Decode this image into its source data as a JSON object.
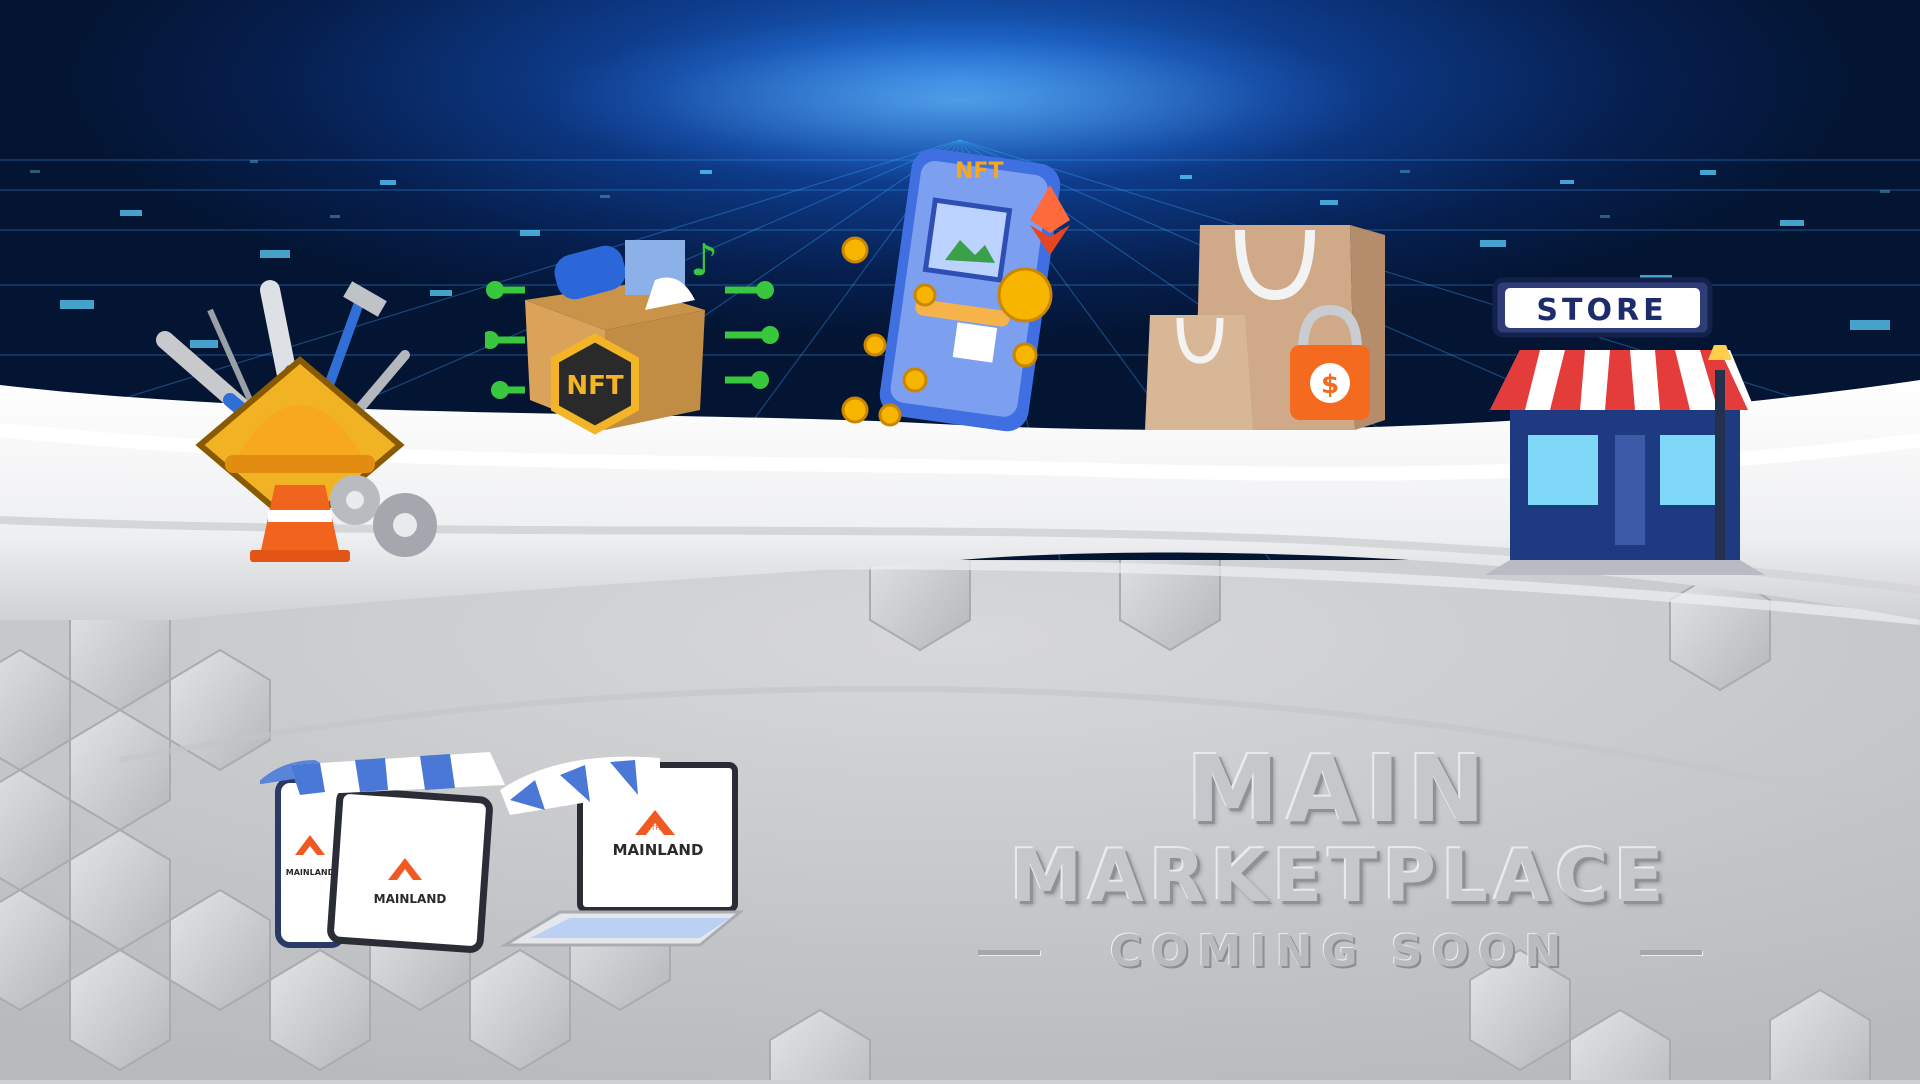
{
  "banner": {
    "title_line1": "MAIN",
    "title_line2": "MARKETPLACE",
    "subtitle": "COMING SOON"
  },
  "illustrations": {
    "nft_box_badge": "NFT",
    "phone_nft_label": "NFT",
    "store_sign": "STORE",
    "lock_symbol": "$",
    "brand_name": "MAINLAND",
    "brand_prefix": "THE"
  },
  "colors": {
    "cyber_blue": "#0e3c8c",
    "brand_orange": "#f05a22",
    "awning_blue": "#4a78d6",
    "panel_grey": "#cbcccf"
  }
}
